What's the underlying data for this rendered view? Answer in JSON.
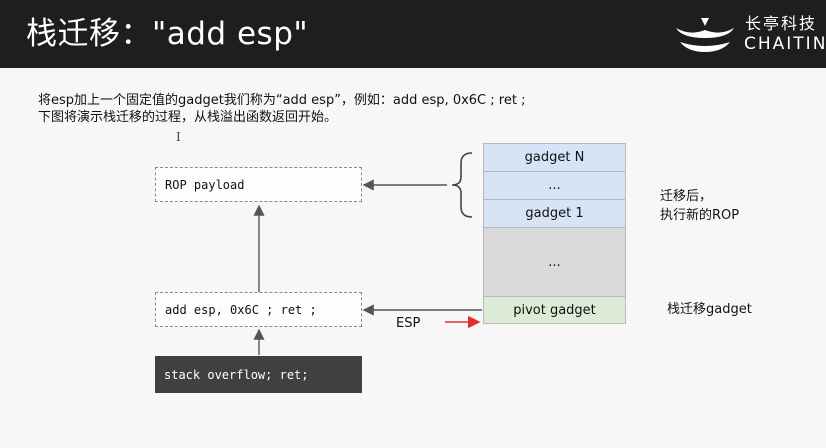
{
  "header": {
    "title": "栈迁移：\"add esp\"",
    "logo_cn": "长亭科技",
    "logo_en": "CHAITIN"
  },
  "description": {
    "line1": "将esp加上一个固定值的gadget我们称为“add esp”，例如：add esp, 0x6C ; ret ;",
    "line2": "下图将演示栈迁移的过程，从栈溢出函数返回开始。"
  },
  "flow": {
    "rop_payload": "ROP payload",
    "add_esp": "add esp, 0x6C ; ret ;",
    "stack_overflow": "stack overflow; ret;"
  },
  "stack": {
    "gadget_n": "gadget N",
    "dots_top": "...",
    "gadget_1": "gadget 1",
    "dots_mid": "...",
    "pivot": "pivot gadget"
  },
  "labels": {
    "esp": "ESP",
    "after_line1": "迁移后，",
    "after_line2": "执行新的ROP",
    "pivot_gadget": "栈迁移gadget"
  },
  "colors": {
    "header_bg": "#1e1e1e",
    "stack_blue": "#d7e4f5",
    "stack_gray": "#d9d9d9",
    "stack_green": "#dcebd6",
    "esp_arrow": "#e0302a"
  }
}
